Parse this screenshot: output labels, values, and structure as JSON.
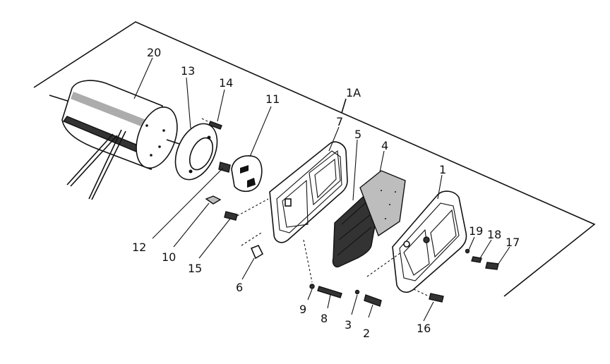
{
  "labels": {
    "p20": "20",
    "p13": "13",
    "p14": "14",
    "p11": "11",
    "p1A": "1A",
    "p7": "7",
    "p5": "5",
    "p4": "4",
    "p1": "1",
    "p19": "19",
    "p18": "18",
    "p17": "17",
    "p12": "12",
    "p10": "10",
    "p15": "15",
    "p6": "6",
    "p9": "9",
    "p8": "8",
    "p3": "3",
    "p2": "2",
    "p16": "16"
  }
}
